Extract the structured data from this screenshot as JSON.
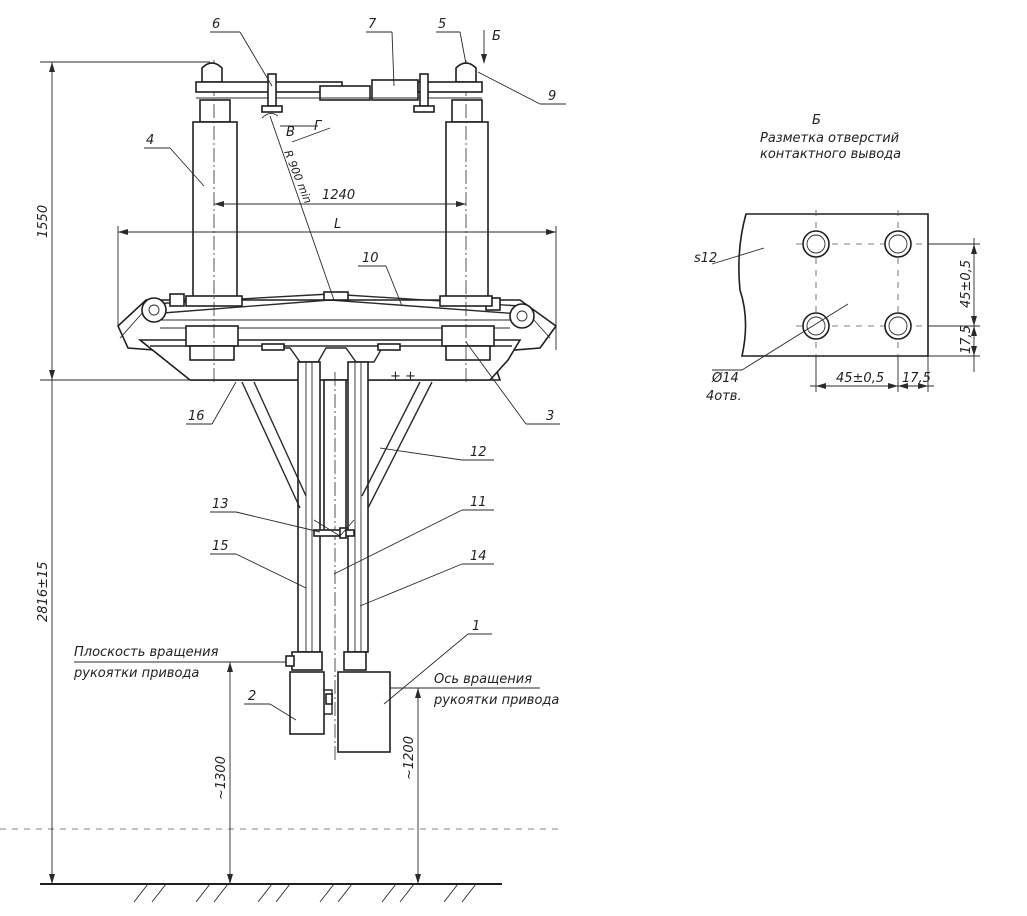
{
  "callouts": {
    "c1": "1",
    "c2": "2",
    "c3": "3",
    "c4": "4",
    "c5": "5",
    "c6": "6",
    "c7": "7",
    "c9": "9",
    "c10": "10",
    "c11": "11",
    "c12": "12",
    "c13": "13",
    "c14": "14",
    "c15": "15",
    "c16": "16"
  },
  "view_marks": {
    "b": "Б",
    "v": "В",
    "g": "Г"
  },
  "dimensions": {
    "d1240": "1240",
    "dL": "L",
    "d1550": "1550",
    "d2816": "2816±15",
    "d1300": "~1300",
    "d1200": "~1200",
    "radius": "R 900 min"
  },
  "notes": {
    "plane_line1": "Плоскость вращения",
    "plane_line2": "рукоятки привода",
    "axis_line1": "Ось вращения",
    "axis_line2": "рукоятки привода",
    "plus_marks": "+ +"
  },
  "detail": {
    "title": "Б",
    "subtitle1": "Разметка отверстий",
    "subtitle2": "контактного вывода",
    "thickness": "s12",
    "hole_diameter": "Ø14",
    "hole_count": "4отв.",
    "dim_h1": "45±0,5",
    "dim_h2": "17,5",
    "dim_v1": "45±0,5",
    "dim_v2": "17,5"
  }
}
